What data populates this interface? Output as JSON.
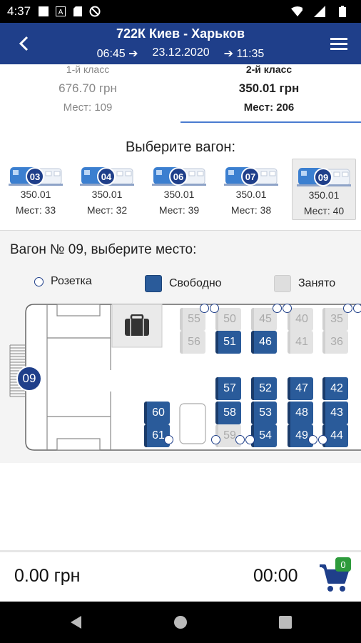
{
  "status_bar": {
    "time": "4:37"
  },
  "header": {
    "title": "722К Киев - Харьков",
    "departure": "06:45 ➔",
    "date": "23.12.2020",
    "arrival": "➔ 11:35"
  },
  "classes": [
    {
      "name": "1-й класс",
      "price": "676.70 грн",
      "seats": "Мест: 109",
      "active": false
    },
    {
      "name": "2-й класс",
      "price": "350.01 грн",
      "seats": "Мест: 206",
      "active": true
    }
  ],
  "choose_wagon_title": "Выберите вагон:",
  "wagons": [
    {
      "number": "03",
      "price": "350.01",
      "seats": "Мест: 33"
    },
    {
      "number": "04",
      "price": "350.01",
      "seats": "Мест: 32"
    },
    {
      "number": "06",
      "price": "350.01",
      "seats": "Мест: 39"
    },
    {
      "number": "07",
      "price": "350.01",
      "seats": "Мест: 38"
    },
    {
      "number": "09",
      "price": "350.01",
      "seats": "Мест: 40",
      "selected": true
    }
  ],
  "seat_section": {
    "title": "Вагон № 09, выберите место:",
    "car_number": "09",
    "legend": {
      "socket": "Розетка",
      "free": "Свободно",
      "taken": "Занято"
    },
    "colors": {
      "free": "#2a5b9a",
      "taken": "#e3e3e3",
      "header": "#1f3f8a"
    },
    "seats": [
      {
        "n": "55",
        "status": "taken"
      },
      {
        "n": "50",
        "status": "taken"
      },
      {
        "n": "45",
        "status": "taken"
      },
      {
        "n": "40",
        "status": "taken"
      },
      {
        "n": "35",
        "status": "taken"
      },
      {
        "n": "56",
        "status": "taken"
      },
      {
        "n": "51",
        "status": "free"
      },
      {
        "n": "46",
        "status": "free"
      },
      {
        "n": "41",
        "status": "taken"
      },
      {
        "n": "36",
        "status": "taken"
      },
      {
        "n": "57",
        "status": "free"
      },
      {
        "n": "52",
        "status": "free"
      },
      {
        "n": "47",
        "status": "free"
      },
      {
        "n": "42",
        "status": "free"
      },
      {
        "n": "60",
        "status": "free"
      },
      {
        "n": "58",
        "status": "free"
      },
      {
        "n": "53",
        "status": "free"
      },
      {
        "n": "48",
        "status": "free"
      },
      {
        "n": "43",
        "status": "free"
      },
      {
        "n": "61",
        "status": "free"
      },
      {
        "n": "59",
        "status": "taken"
      },
      {
        "n": "54",
        "status": "free"
      },
      {
        "n": "49",
        "status": "free"
      },
      {
        "n": "44",
        "status": "free"
      }
    ]
  },
  "footer": {
    "total": "0.00 грн",
    "timer": "00:00",
    "cart_count": "0"
  }
}
